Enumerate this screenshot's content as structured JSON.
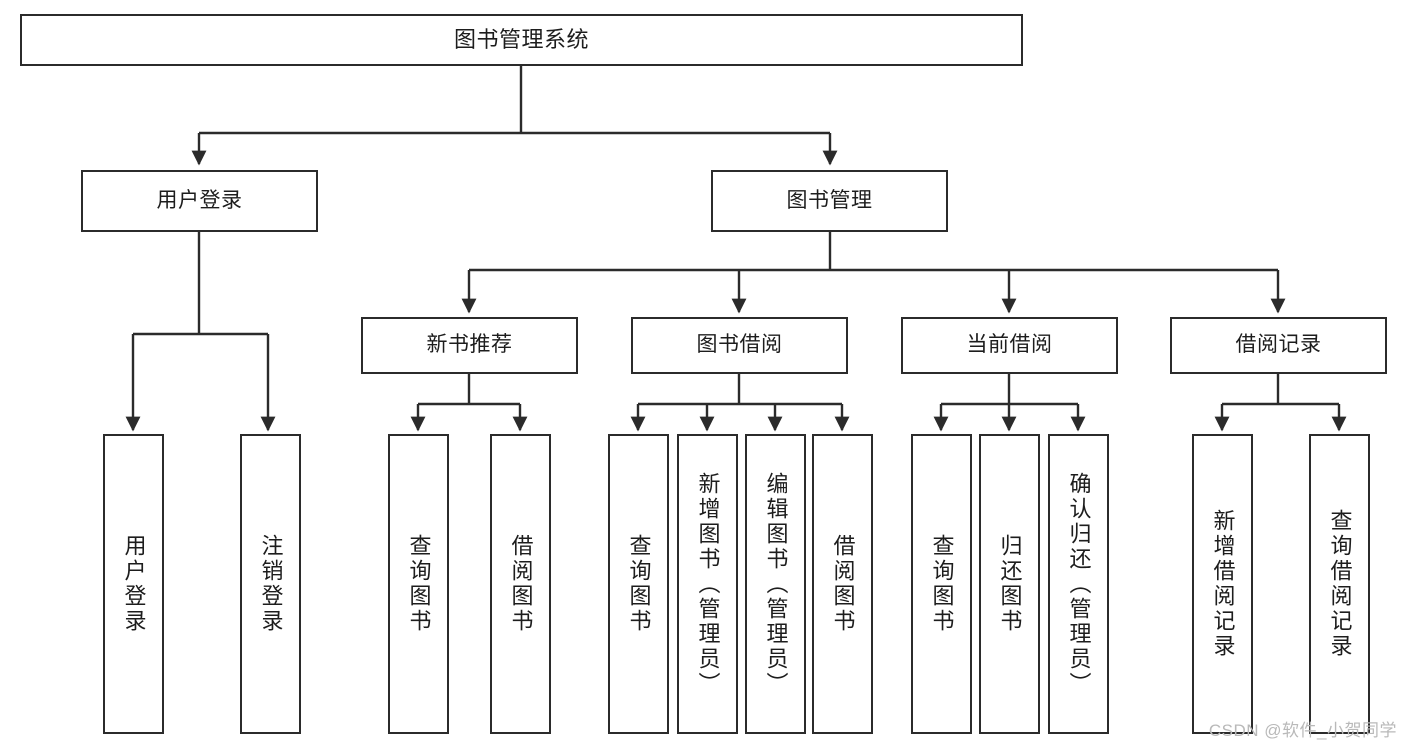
{
  "diagram": {
    "title": "图书管理系统",
    "watermark": "CSDN @软件_小贺同学",
    "colors": {
      "stroke": "#2b2b2b",
      "fill": "#ffffff",
      "text": "#1d1d1d",
      "watermark": "#b9b9b9"
    },
    "levels": {
      "root": {
        "label": "图书管理系统"
      },
      "level2": [
        {
          "label": "用户登录"
        },
        {
          "label": "图书管理"
        }
      ],
      "level3": [
        {
          "label": "新书推荐"
        },
        {
          "label": "图书借阅"
        },
        {
          "label": "当前借阅"
        },
        {
          "label": "借阅记录"
        }
      ],
      "leaves": {
        "user_login": [
          {
            "label": "用户登录"
          },
          {
            "label": "注销登录"
          }
        ],
        "new_book": [
          {
            "label": "查询图书"
          },
          {
            "label": "借阅图书"
          }
        ],
        "book_borrow": [
          {
            "label": "查询图书"
          },
          {
            "label": "新增图书（管理员）"
          },
          {
            "label": "编辑图书（管理员）"
          },
          {
            "label": "借阅图书"
          }
        ],
        "current_borrow": [
          {
            "label": "查询图书"
          },
          {
            "label": "归还图书"
          },
          {
            "label": "确认归还（管理员）"
          }
        ],
        "borrow_record": [
          {
            "label": "新增借阅记录"
          },
          {
            "label": "查询借阅记录"
          }
        ]
      }
    }
  }
}
